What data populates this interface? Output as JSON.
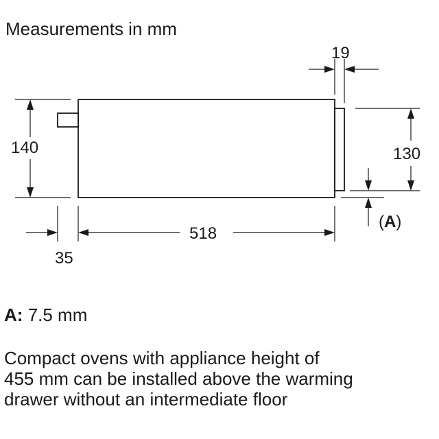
{
  "title": "Measurements in mm",
  "dimensions": {
    "depth": "518",
    "height_total": "140",
    "height_front": "130",
    "front_depth": "19",
    "rear_offset": "35",
    "marker": "(A)",
    "marker_letter": "A"
  },
  "note": {
    "label": "A:",
    "value": "7.5 mm"
  },
  "description": {
    "line1": "Compact ovens with appliance height of",
    "line2": "455 mm can be installed above the warming",
    "line3": "drawer without an intermediate floor"
  }
}
